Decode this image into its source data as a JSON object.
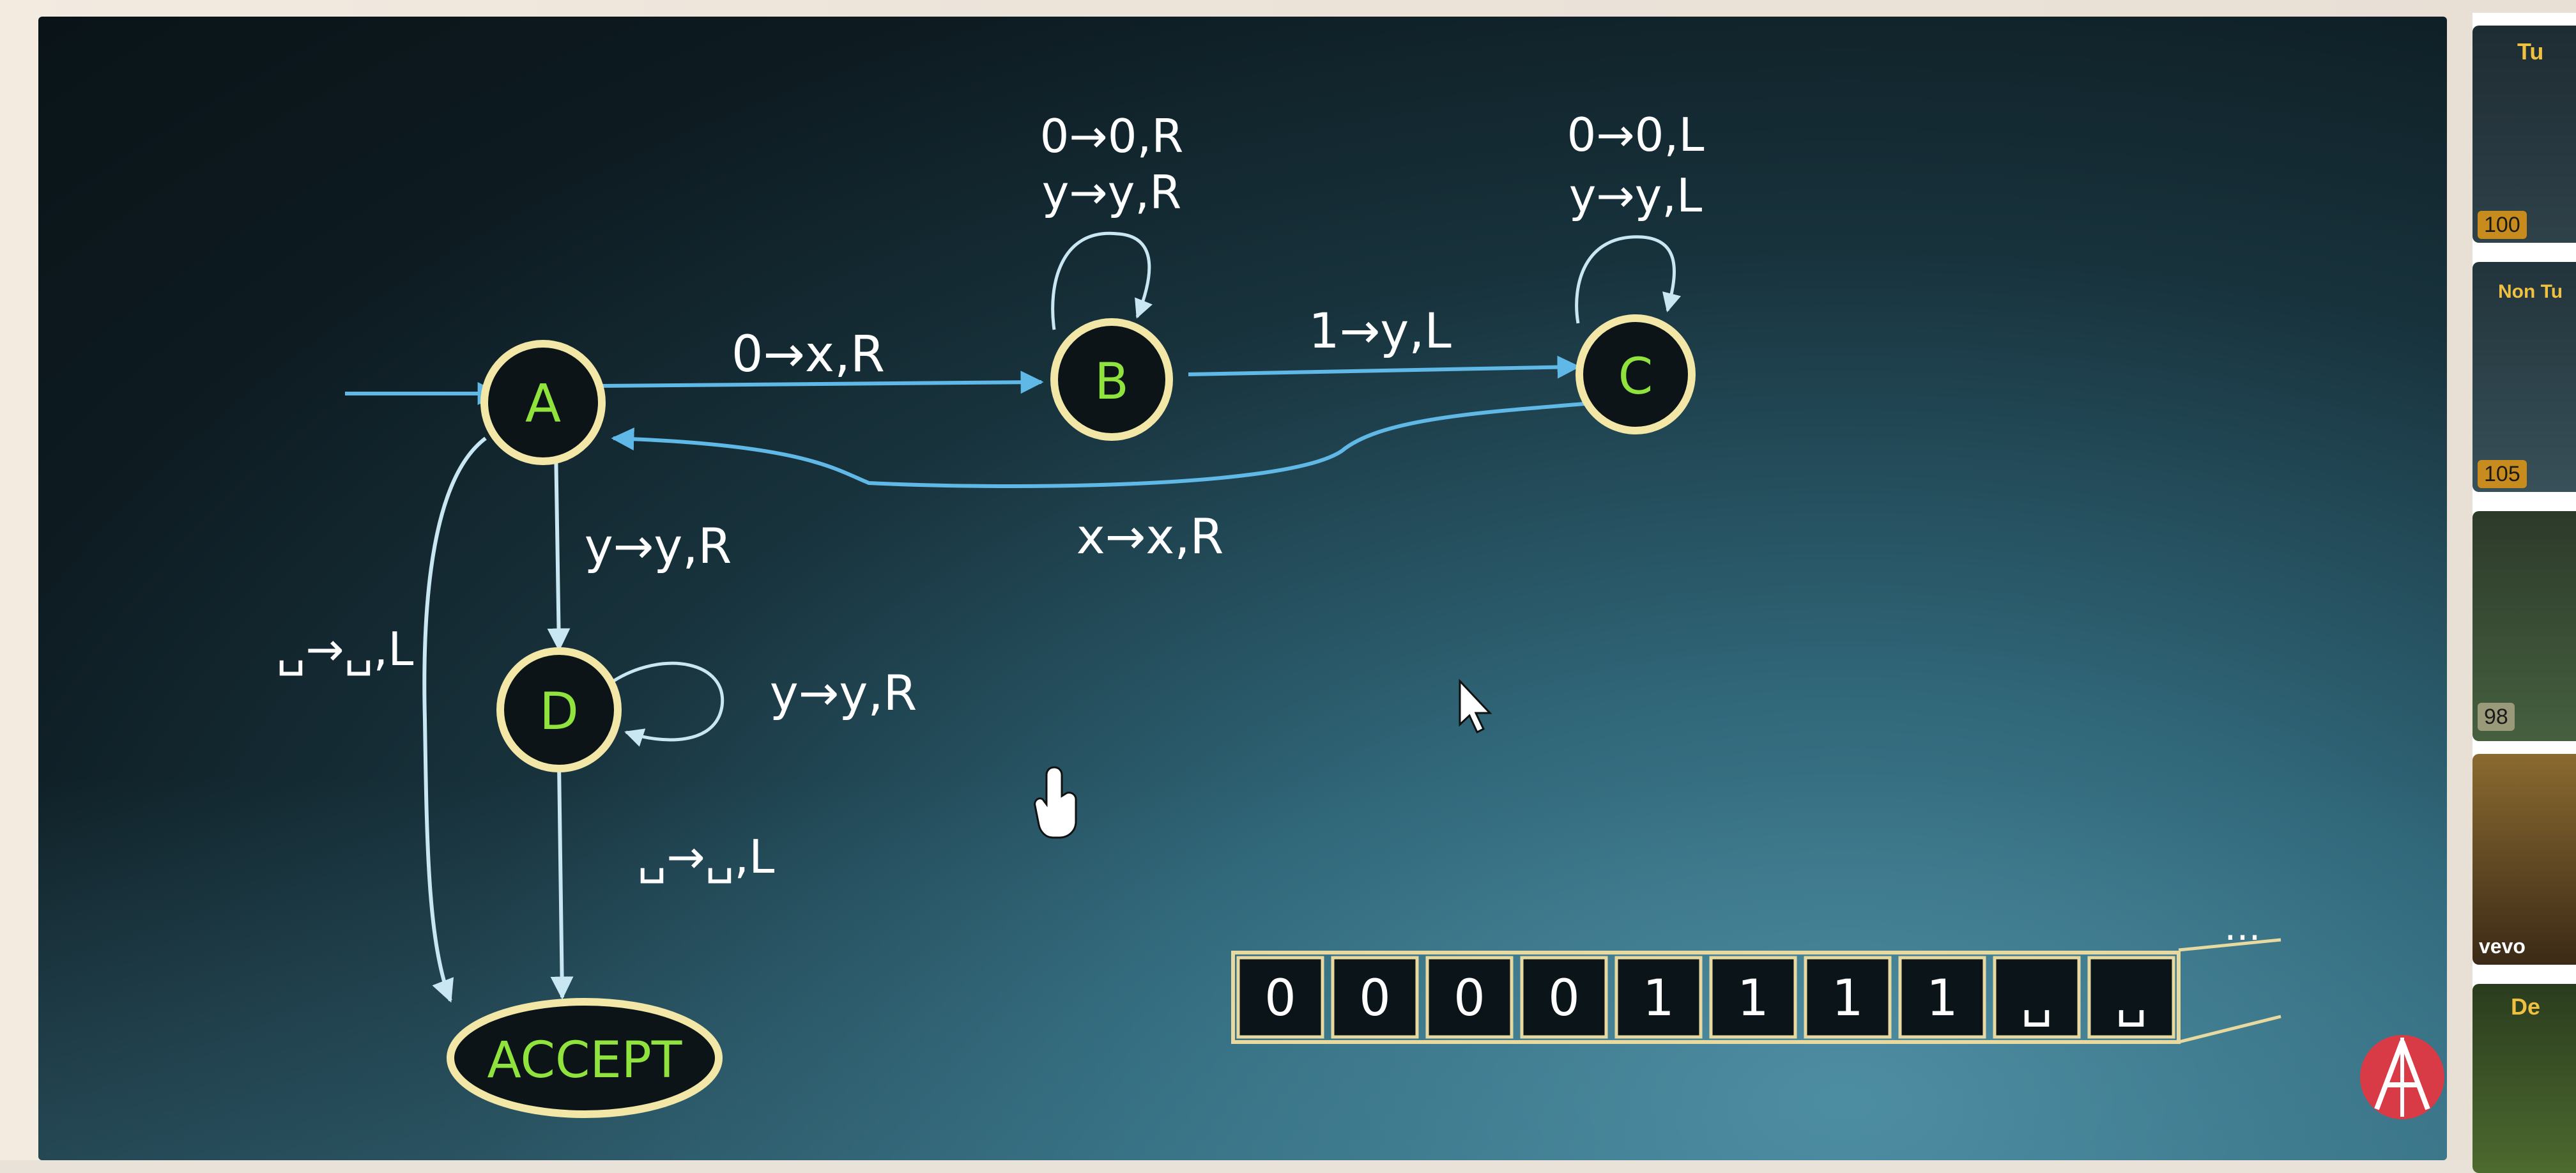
{
  "diagram": {
    "states": {
      "a": "A",
      "b": "B",
      "c": "C",
      "d": "D",
      "accept": "ACCEPT"
    },
    "transitions": {
      "a_to_b": "0→x,R",
      "b_loop_1": "0→0,R",
      "b_loop_2": "y→y,R",
      "b_to_c": "1→y,L",
      "c_loop_1": "0→0,L",
      "c_loop_2": "y→y,L",
      "c_to_a": "x→x,R",
      "a_to_d": "y→y,R",
      "d_loop": "y→y,R",
      "a_to_accept": "␣→␣,L",
      "d_to_accept": "␣→␣,L"
    }
  },
  "tape": {
    "cells": [
      "0",
      "0",
      "0",
      "0",
      "1",
      "1",
      "1",
      "1",
      "␣",
      "␣"
    ],
    "ellipsis": "..."
  },
  "sidebar": {
    "items": [
      {
        "title": "Tu",
        "badge": "100"
      },
      {
        "title": "Non Tu",
        "badge": "105"
      },
      {
        "title": "",
        "badge": "98"
      },
      {
        "title": "vevo",
        "badge": ""
      },
      {
        "title": "De",
        "badge": ""
      }
    ]
  },
  "colors": {
    "chalk": "#ffffff",
    "arrow": "#5fb8e6",
    "state_ring": "#f2e7a6",
    "state_text": "#8fe33c",
    "tape_border": "#e8d9a0"
  }
}
